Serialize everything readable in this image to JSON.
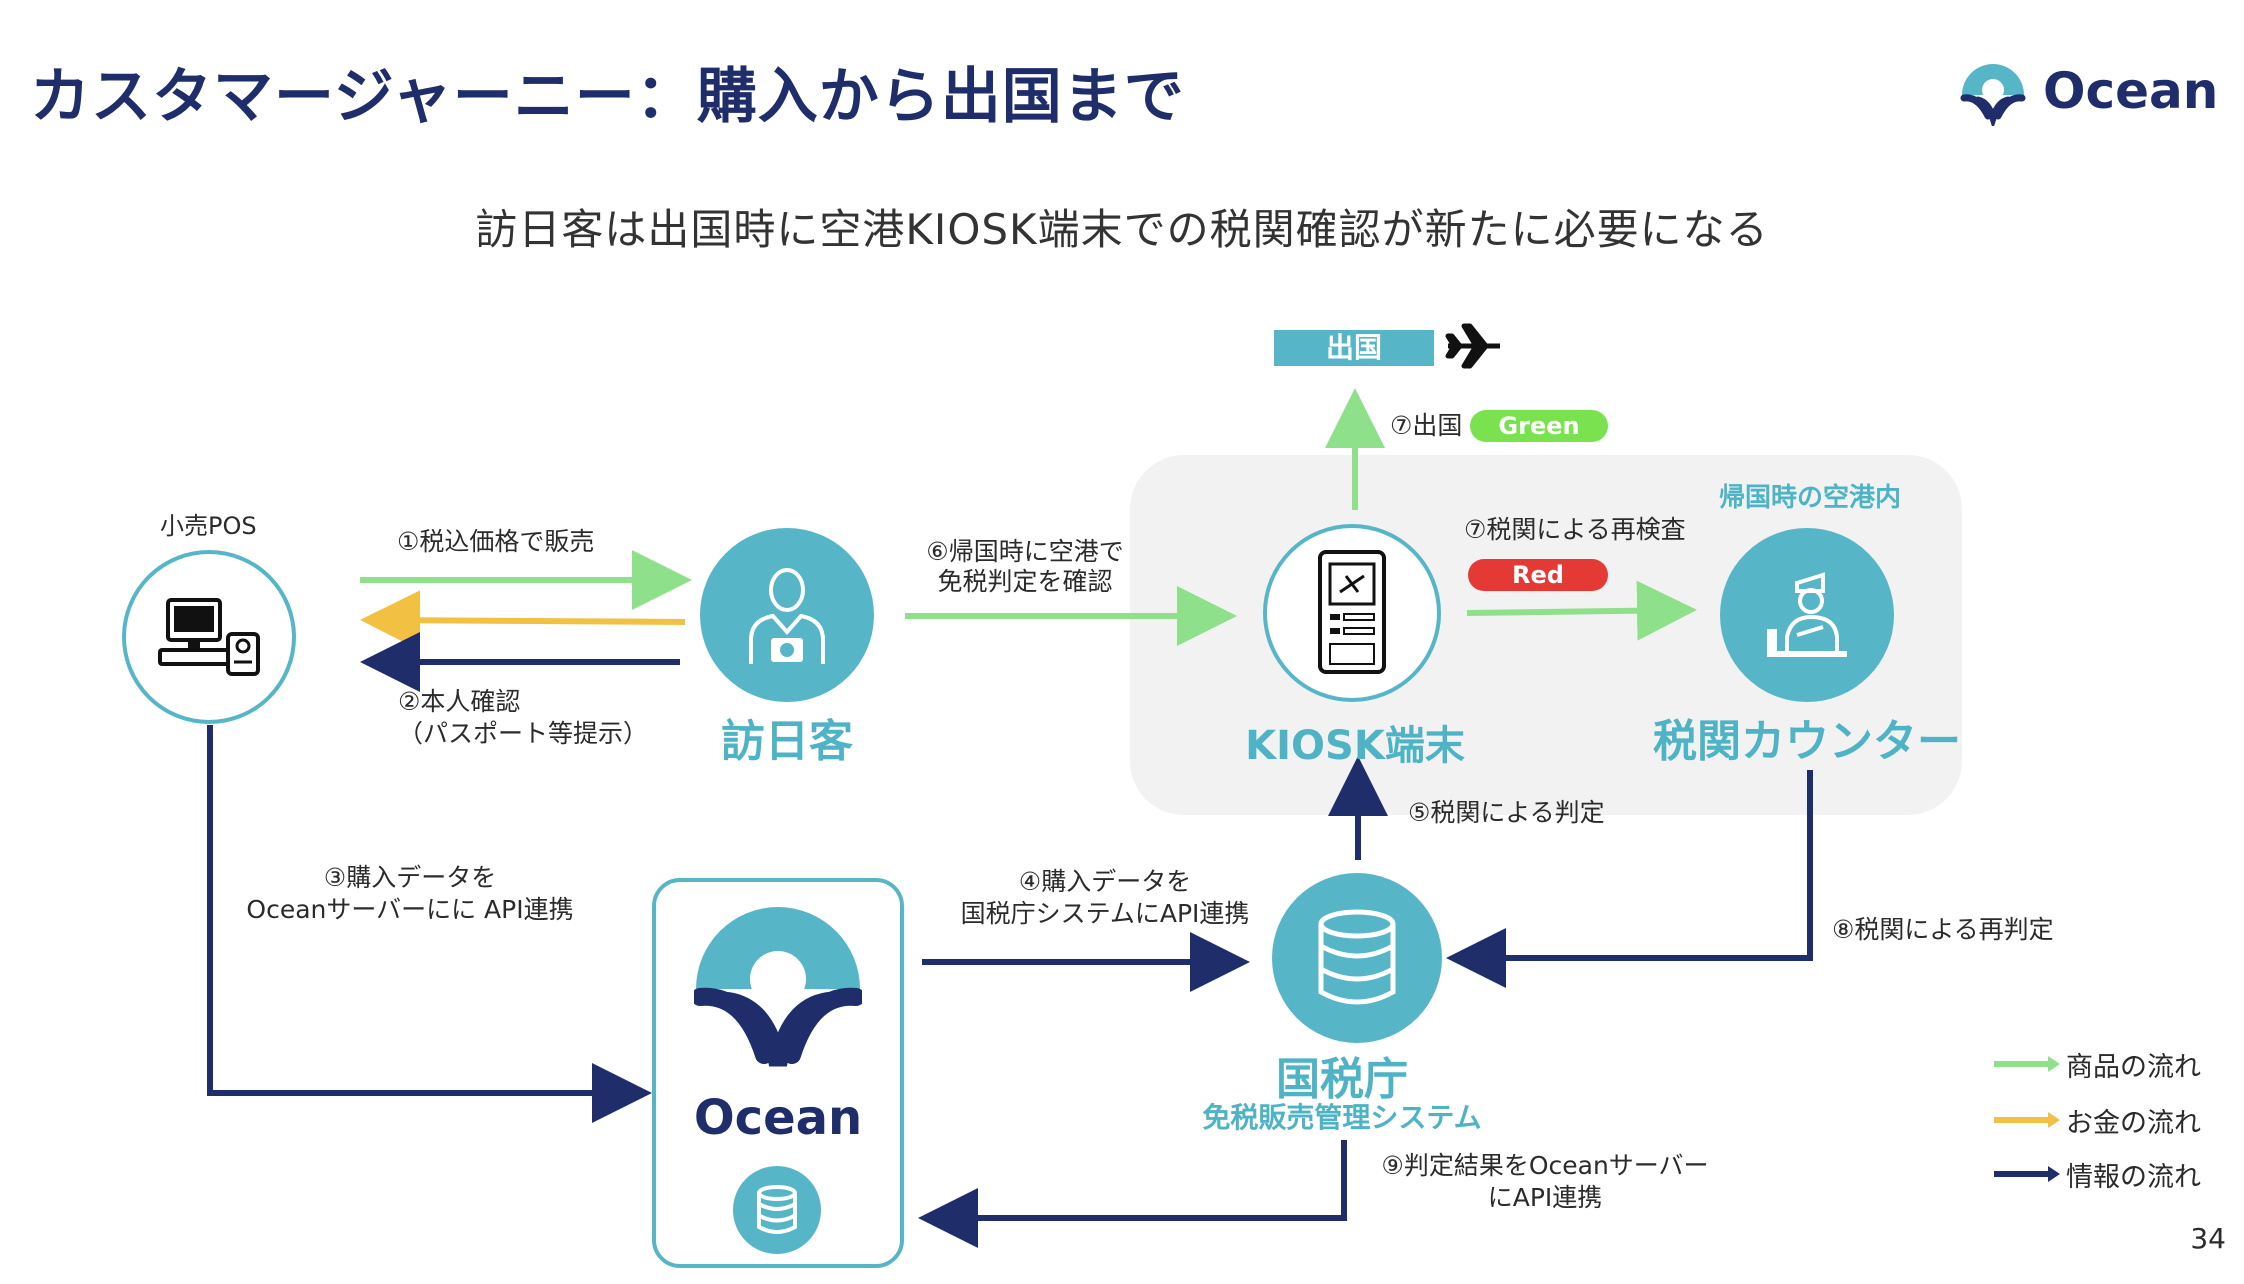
{
  "header": {
    "title": "カスタマージャーニー：購入から出国まで",
    "subtitle": "訪日客は出国時に空港KIOSK端末での税関確認が新たに必要になる",
    "logo_text": "Ocean"
  },
  "colors": {
    "goods_flow": "#8fe08a",
    "money_flow": "#f2c043",
    "info_flow": "#1f2d6b",
    "accent": "#56b6c7",
    "green_pill": "#7be24f",
    "red_pill": "#e53935",
    "region_bg": "#f2f2f2"
  },
  "nodes": {
    "pos": {
      "label": "小売POS",
      "icon": "cash-register-icon"
    },
    "visitor": {
      "label": "訪日客",
      "icon": "tourist-camera-icon"
    },
    "kiosk": {
      "label": "KIOSK端末",
      "icon": "kiosk-terminal-icon"
    },
    "customs": {
      "label": "税関カウンター",
      "icon": "customs-officer-icon"
    },
    "nta": {
      "label": "国税庁",
      "sublabel": "免税販売管理システム",
      "icon": "database-icon"
    },
    "ocean": {
      "label": "Ocean",
      "icon": "ocean-logo-icon",
      "db_icon": "database-icon"
    },
    "departure": {
      "label": "出国",
      "icon": "airplane-icon"
    }
  },
  "region": {
    "label": "帰国時の空港内"
  },
  "steps": {
    "s1": "①税込価格で販売",
    "s2_line1": "②本人確認",
    "s2_line2": "（パスポート等提示）",
    "s3_line1": "③購入データを",
    "s3_line2": "Oceanサーバーにに API連携",
    "s4_line1": "④購入データを",
    "s4_line2": "国税庁システムにAPI連携",
    "s5": "⑤税関による判定",
    "s6_line1": "⑥帰国時に空港で",
    "s6_line2": "免税判定を確認",
    "s7_exit": "⑦出国",
    "s7_green": "Green",
    "s7_recheck": "⑦税関による再検査",
    "s7_red": "Red",
    "s8": "⑧税関による再判定",
    "s9_line1": "⑨判定結果をOceanサーバー",
    "s9_line2": "にAPI連携"
  },
  "legend": [
    {
      "label": "商品の流れ",
      "color": "#8fe08a"
    },
    {
      "label": "お金の流れ",
      "color": "#f2c043"
    },
    {
      "label": "情報の流れ",
      "color": "#1f2d6b"
    }
  ],
  "page_number": "34"
}
